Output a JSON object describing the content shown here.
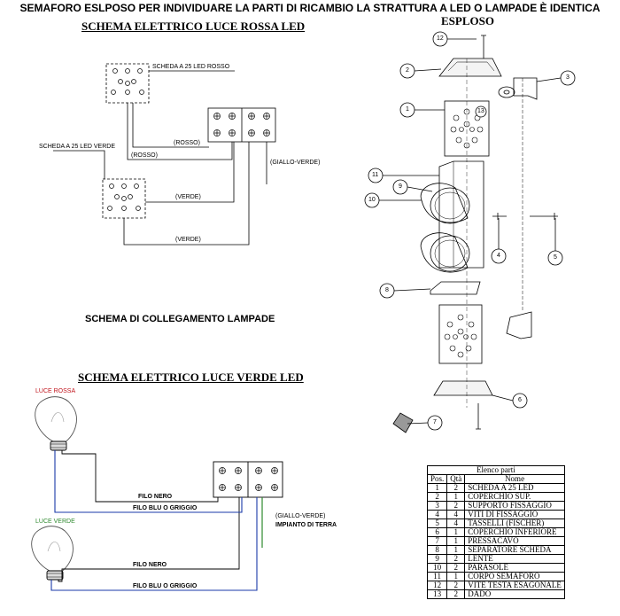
{
  "header": {
    "title": "SEMAFORO ESLPOSO PER INDIVIDUARE LA PARTI DI RICAMBIO LA STRATTURA A LED O LAMPADE È IDENTICA"
  },
  "red_schema": {
    "title": "SCHEMA ELETTRICO  LUCE ROSSA LED",
    "board_red": "SCHEDA A 25 LED ROSSO",
    "board_green": "SCHEDA A 25 LED VERDE",
    "wire_rosso_1": "(ROSSO)",
    "wire_rosso_2": "(ROSSO)",
    "wire_verde_1": "(VERDE)",
    "wire_verde_2": "(VERDE)",
    "ground": "(GIALLO-VERDE)"
  },
  "lamp_section": {
    "title": "SCHEMA DI COLLEGAMENTO LAMPADE"
  },
  "green_schema": {
    "title": "SCHEMA ELETTRICO LUCE VERDE LED",
    "lamp_red": "LUCE ROSSA",
    "lamp_green": "LUCE VERDE",
    "filo_nero_1": "FILO NERO",
    "filo_blu_1": "FILO BLU O GRIGGIO",
    "filo_nero_2": "FILO NERO",
    "filo_blu_2": "FILO BLU O GRIGGIO",
    "ground_1": "(GIALLO-VERDE)",
    "ground_2": "IMPIANTO DI TERRA"
  },
  "exploded": {
    "title": "ESPLOSO",
    "callouts": [
      "12",
      "2",
      "3",
      "1",
      "13",
      "11",
      "9",
      "10",
      "4",
      "5",
      "8",
      "6",
      "7"
    ]
  },
  "parts_list": {
    "title": "Elenco parti",
    "headers": [
      "Pos.",
      "Qtà",
      "Nome"
    ],
    "rows": [
      [
        "1",
        "2",
        "SCHEDA A 25 LED"
      ],
      [
        "2",
        "1",
        "COPERCHIO SUP."
      ],
      [
        "3",
        "2",
        "SUPPORTO FISSAGGIO"
      ],
      [
        "4",
        "4",
        "VITI DI FISSAGGIO"
      ],
      [
        "5",
        "4",
        "TASSELLI (FISCHER)"
      ],
      [
        "6",
        "1",
        "COPERCHIO INFERIORE"
      ],
      [
        "7",
        "1",
        "PRESSACAVO"
      ],
      [
        "8",
        "1",
        "SEPARATORE SCHEDA"
      ],
      [
        "9",
        "2",
        "LENTE"
      ],
      [
        "10",
        "2",
        "PARASOLE"
      ],
      [
        "11",
        "1",
        "CORPO SEMAFORO"
      ],
      [
        "12",
        "2",
        "VITE TESTA ESAGONALE"
      ],
      [
        "13",
        "2",
        "DADO"
      ]
    ]
  },
  "colors": {
    "blue_wire": "#1a3aa8",
    "red_label": "#c0141c",
    "green_label": "#2f8a2f",
    "ground_wire": "#2f8a2f"
  }
}
